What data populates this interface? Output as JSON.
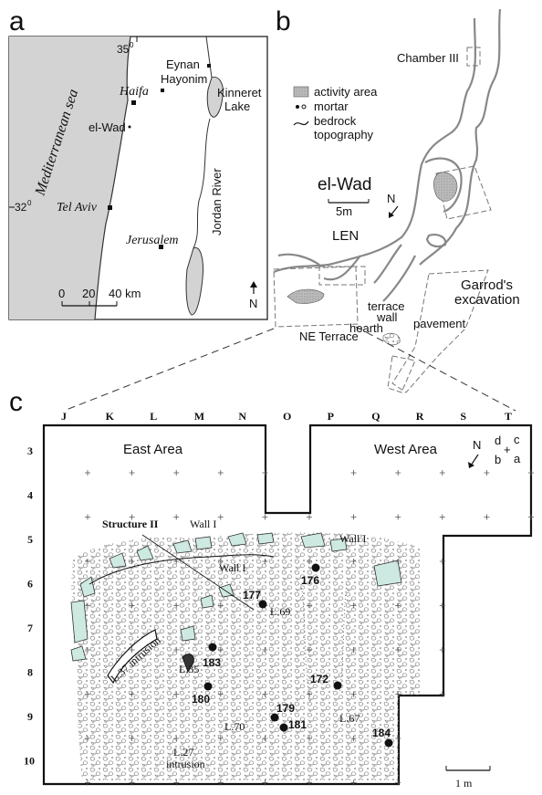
{
  "panel_a": {
    "letter": "a",
    "sea": "Mediterranean sea",
    "lat_32": "32",
    "lon_35": "35",
    "degree": "0",
    "places": {
      "eynan": "Eynan",
      "hayonim": "Hayonim",
      "haifa": "Haifa",
      "elwad": "el-Wad",
      "telaviv": "Tel Aviv",
      "jerusalem": "Jerusalem",
      "kinneret": "Kinneret",
      "lake": "Lake",
      "jordan": "Jordan River"
    },
    "scale": {
      "t0": "0",
      "t20": "20",
      "t40": "40 km"
    },
    "north": "N"
  },
  "panel_b": {
    "letter": "b",
    "title": "el-Wad",
    "chamber": "Chamber III",
    "legend": {
      "activity": "activity area",
      "mortar": "mortar",
      "bedrock1": "bedrock",
      "bedrock2": "topography"
    },
    "scale": "5m",
    "north": "N",
    "len": "LEN",
    "garrod1": "Garrod's",
    "garrod2": "excavation",
    "terrace1": "terrace",
    "terrace2": "wall",
    "hearth": "hearth",
    "pavement": "pavement",
    "ne_terrace": "NE Terrace"
  },
  "panel_c": {
    "letter": "c",
    "columns": [
      "J",
      "K",
      "L",
      "M",
      "N",
      "O",
      "P",
      "Q",
      "R",
      "S",
      "T"
    ],
    "rows": [
      "3",
      "4",
      "5",
      "6",
      "7",
      "8",
      "9",
      "10"
    ],
    "east_area": "East Area",
    "west_area": "West Area",
    "quad": {
      "d": "d",
      "c": "c",
      "b": "b",
      "a": "a"
    },
    "north": "N",
    "structure": "Structure II",
    "wall1": "Wall I",
    "loci": {
      "l69": "L.69",
      "l37": "L.37 intrusion",
      "l35": "L.35",
      "l70": "L.70",
      "l67": "L.67",
      "l27a": "L.27",
      "l27b": "intrusion"
    },
    "finds": [
      "176",
      "177",
      "183",
      "180",
      "172",
      "179",
      "181",
      "184"
    ],
    "scale": "1 m"
  },
  "colors": {
    "land": "#d3d3d3",
    "stone_fill": "#cde9e2",
    "ink": "#111111"
  }
}
